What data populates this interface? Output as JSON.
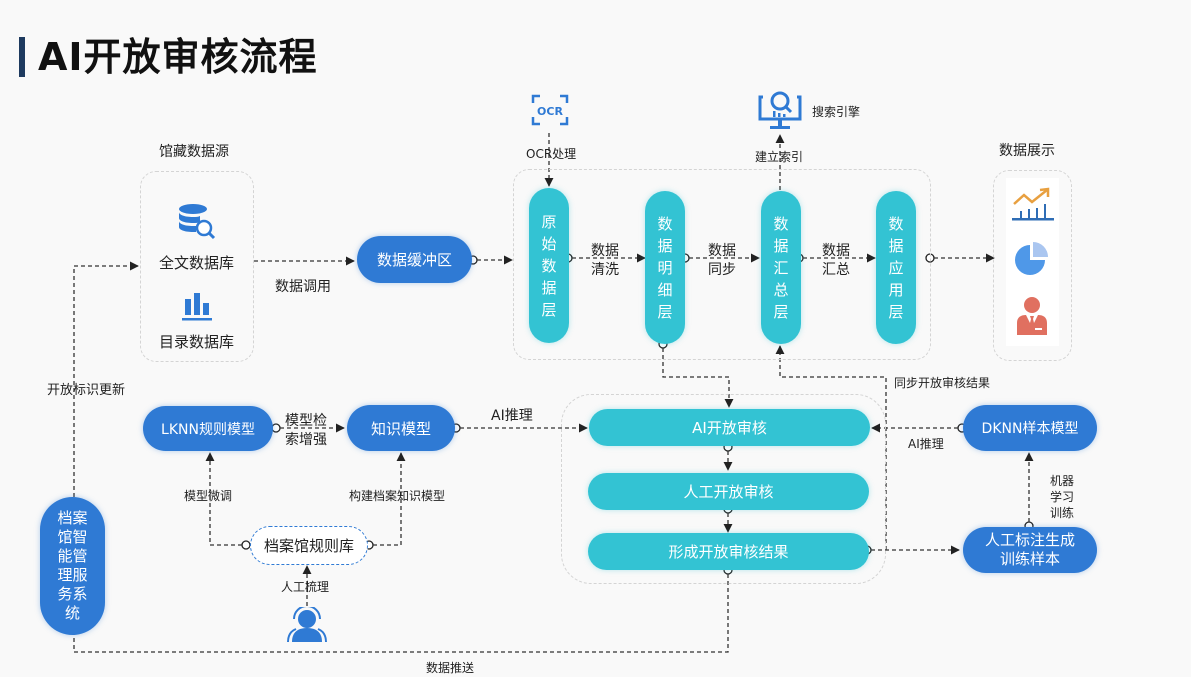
{
  "title": "AI开放审核流程",
  "colors": {
    "blue": "#2f7ad4",
    "teal": "#33c3d3",
    "title_bar": "#1e3a5f",
    "orange": "#e8a040",
    "red": "#e07060"
  },
  "sources": {
    "heading": "馆藏数据源",
    "fulltext_db": "全文数据库",
    "catalog_db": "目录数据库",
    "call_label": "数据调用"
  },
  "buffer": "数据缓冲区",
  "ocr": {
    "icon_text": "OCR",
    "label": "OCR处理"
  },
  "search": {
    "label": "搜索引擎",
    "index_label": "建立索引"
  },
  "layers": {
    "raw": "原始数据层",
    "detail": "数据明细层",
    "summary": "数据汇总层",
    "app": "数据应用层",
    "clean_label": "数据清洗",
    "sync_label": "数据同步",
    "sum_label": "数据汇总"
  },
  "display": {
    "heading": "数据展示"
  },
  "models": {
    "lknn": "LKNN规则模型",
    "retrieval_label": "模型检索增强",
    "knowledge": "知识模型",
    "ai_infer_label": "AI推理",
    "finetune_label": "模型微调",
    "build_label": "构建档案知识模型",
    "rule_lib": "档案馆规则库",
    "manual_label": "人工梳理"
  },
  "review": {
    "ai": "AI开放审核",
    "manual": "人工开放审核",
    "result": "形成开放审核结果",
    "sync_result_label": "同步开放审核结果"
  },
  "dknn": {
    "model": "DKNN样本模型",
    "infer_label": "AI推理",
    "train_label": "机器学习训练",
    "sample": "人工标注生成训练样本"
  },
  "system": {
    "name": "档案馆智能管理服务系统",
    "update_label": "开放标识更新",
    "push_label": "数据推送"
  }
}
